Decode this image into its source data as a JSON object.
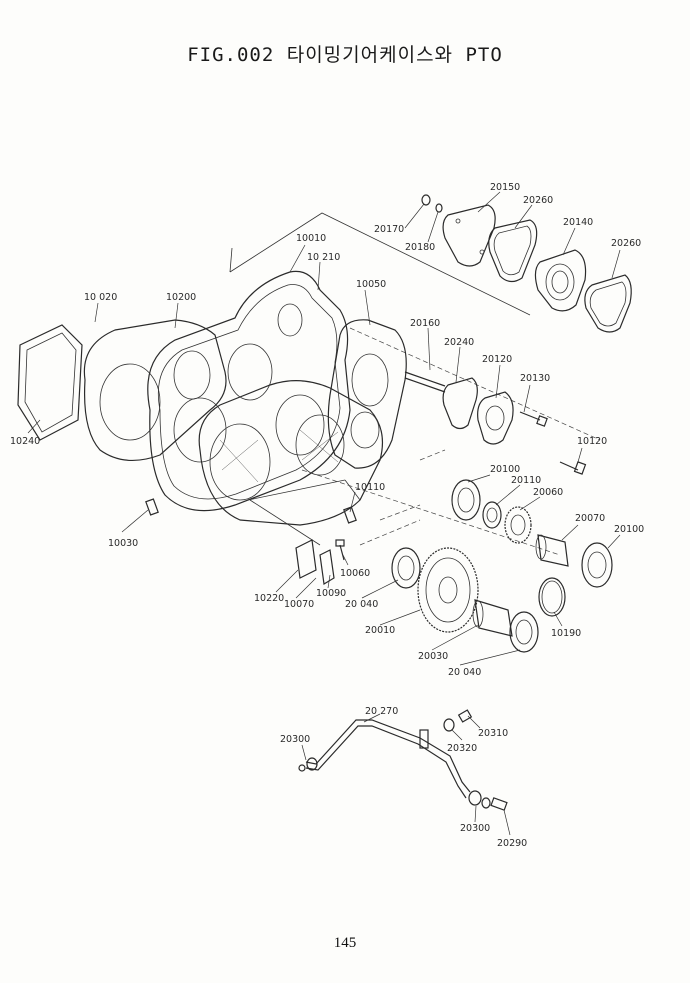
{
  "title": "FIG.002 타이밍기어케이스와 PTO",
  "page_number": "145",
  "callouts": [
    {
      "id": "c20150",
      "text": "20150"
    },
    {
      "id": "c20260a",
      "text": "20260"
    },
    {
      "id": "c20170",
      "text": "20170"
    },
    {
      "id": "c20180",
      "text": "20180"
    },
    {
      "id": "c20140",
      "text": "20140"
    },
    {
      "id": "c20260b",
      "text": "20260"
    },
    {
      "id": "c10010",
      "text": "10010"
    },
    {
      "id": "c10210",
      "text": "10 210"
    },
    {
      "id": "c10050",
      "text": "10050"
    },
    {
      "id": "c10020",
      "text": "10 020"
    },
    {
      "id": "c10200",
      "text": "10200"
    },
    {
      "id": "c20160",
      "text": "20160"
    },
    {
      "id": "c20240",
      "text": "20240"
    },
    {
      "id": "c20120",
      "text": "20120"
    },
    {
      "id": "c20130",
      "text": "20130"
    },
    {
      "id": "c10240",
      "text": "10240"
    },
    {
      "id": "c10120",
      "text": "10120"
    },
    {
      "id": "c20100a",
      "text": "20100"
    },
    {
      "id": "c20110",
      "text": "20110"
    },
    {
      "id": "c20060",
      "text": "20060"
    },
    {
      "id": "c10110",
      "text": "10110"
    },
    {
      "id": "c20070",
      "text": "20070"
    },
    {
      "id": "c20100b",
      "text": "20100"
    },
    {
      "id": "c10030",
      "text": "10030"
    },
    {
      "id": "c10060",
      "text": "10060"
    },
    {
      "id": "c10220",
      "text": "10220"
    },
    {
      "id": "c10070",
      "text": "10070"
    },
    {
      "id": "c10090",
      "text": "10090"
    },
    {
      "id": "c20040a",
      "text": "20 040"
    },
    {
      "id": "c10190",
      "text": "10190"
    },
    {
      "id": "c20010",
      "text": "20010"
    },
    {
      "id": "c20030",
      "text": "20030"
    },
    {
      "id": "c20040b",
      "text": "20 040"
    },
    {
      "id": "c20270",
      "text": "20 270"
    },
    {
      "id": "c20310",
      "text": "20310"
    },
    {
      "id": "c20300a",
      "text": "20300"
    },
    {
      "id": "c20320",
      "text": "20320"
    },
    {
      "id": "c20300b",
      "text": "20300"
    },
    {
      "id": "c20290",
      "text": "20290"
    }
  ]
}
